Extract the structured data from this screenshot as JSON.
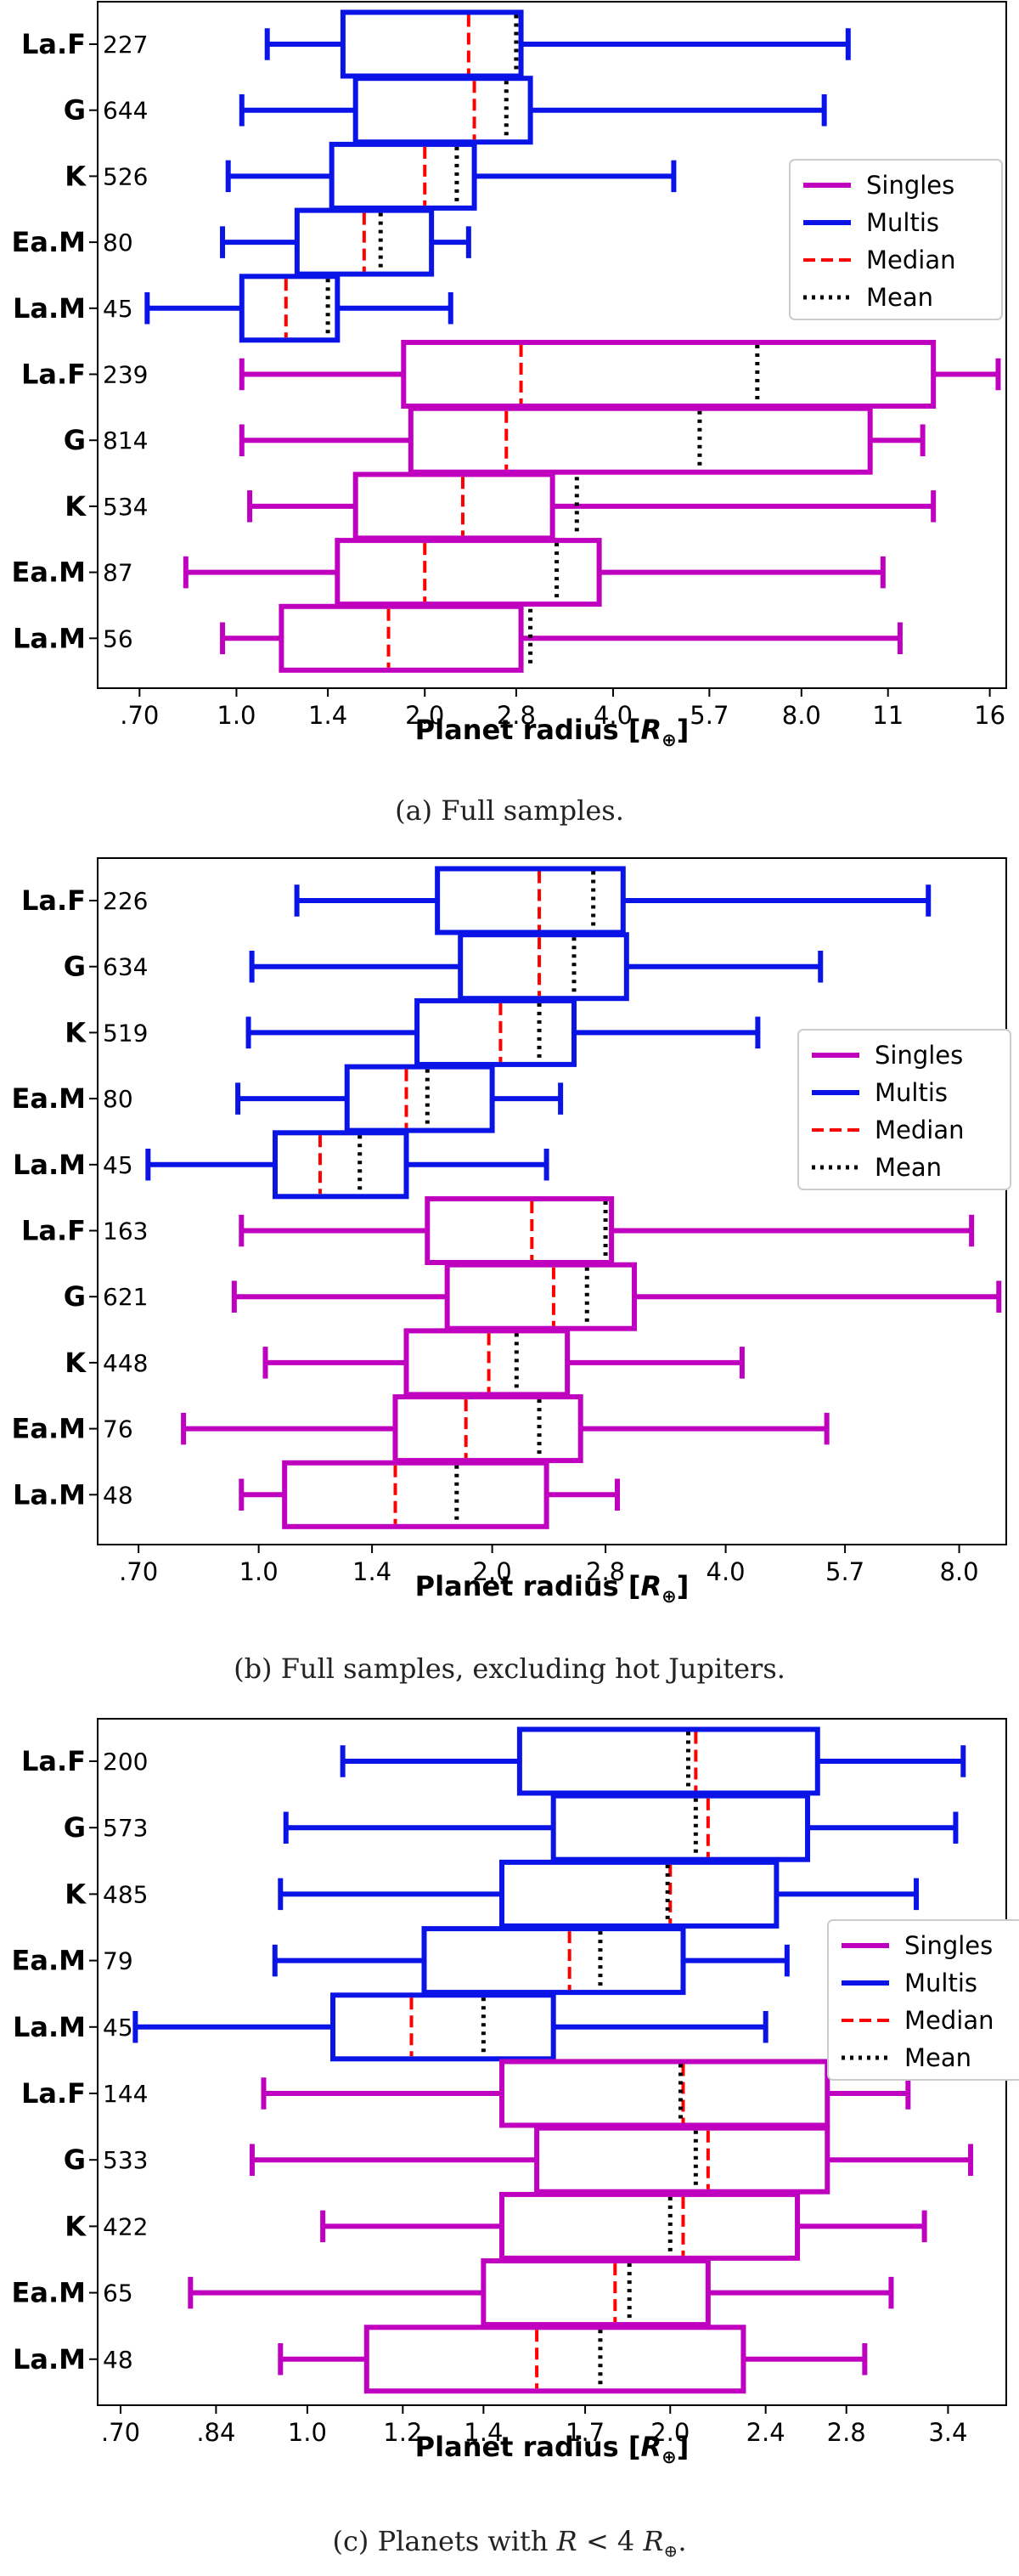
{
  "chart_data": [
    {
      "type": "boxplot",
      "scale": "log",
      "xlabel": "Planet radius [$R_\\oplus$]",
      "xlabel_main": "Planet radius [",
      "xlabel_var": "R",
      "xlabel_sub": "⊕",
      "xlabel_end": "]",
      "xlim": [
        0.6,
        17.0
      ],
      "xticks": [
        0.7,
        1.0,
        1.4,
        2.0,
        2.8,
        4.0,
        5.7,
        8.0,
        11,
        16
      ],
      "xtick_labels": [
        ".70",
        "1.0",
        "1.4",
        "2.0",
        "2.8",
        "4.0",
        "5.7",
        "8.0",
        "11",
        "16"
      ],
      "legend": {
        "position": "right",
        "entries": [
          "Singles",
          "Multis",
          "Median",
          "Mean"
        ]
      },
      "rows": [
        {
          "label": "La.F",
          "n": "227",
          "group": "Multis",
          "whislo": 1.12,
          "q1": 1.48,
          "median": 2.35,
          "mean": 2.8,
          "q3": 2.85,
          "whishi": 9.5
        },
        {
          "label": "G",
          "n": "644",
          "group": "Multis",
          "whislo": 1.02,
          "q1": 1.55,
          "median": 2.4,
          "mean": 2.7,
          "q3": 2.95,
          "whishi": 8.7
        },
        {
          "label": "K",
          "n": "526",
          "group": "Multis",
          "whislo": 0.97,
          "q1": 1.42,
          "median": 2.0,
          "mean": 2.25,
          "q3": 2.4,
          "whishi": 5.0
        },
        {
          "label": "Ea.M",
          "n": "80",
          "group": "Multis",
          "whislo": 0.95,
          "q1": 1.25,
          "median": 1.6,
          "mean": 1.7,
          "q3": 2.05,
          "whishi": 2.35
        },
        {
          "label": "La.M",
          "n": "45",
          "group": "Multis",
          "whislo": 0.72,
          "q1": 1.02,
          "median": 1.2,
          "mean": 1.4,
          "q3": 1.45,
          "whishi": 2.2
        },
        {
          "label": "La.F",
          "n": "239",
          "group": "Singles",
          "whislo": 1.02,
          "q1": 1.85,
          "median": 2.85,
          "mean": 6.8,
          "q3": 13.0,
          "whishi": 16.5
        },
        {
          "label": "G",
          "n": "814",
          "group": "Singles",
          "whislo": 1.02,
          "q1": 1.9,
          "median": 2.7,
          "mean": 5.5,
          "q3": 10.3,
          "whishi": 12.5
        },
        {
          "label": "K",
          "n": "534",
          "group": "Singles",
          "whislo": 1.05,
          "q1": 1.55,
          "median": 2.3,
          "mean": 3.5,
          "q3": 3.2,
          "whishi": 13.0
        },
        {
          "label": "Ea.M",
          "n": "87",
          "group": "Singles",
          "whislo": 0.83,
          "q1": 1.45,
          "median": 2.0,
          "mean": 3.25,
          "q3": 3.8,
          "whishi": 10.8
        },
        {
          "label": "La.M",
          "n": "56",
          "group": "Singles",
          "whislo": 0.95,
          "q1": 1.18,
          "median": 1.75,
          "mean": 2.95,
          "q3": 2.85,
          "whishi": 11.5
        }
      ]
    },
    {
      "type": "boxplot",
      "scale": "log",
      "xlabel": "Planet radius [$R_\\oplus$]",
      "xlabel_main": "Planet radius [",
      "xlabel_var": "R",
      "xlabel_sub": "⊕",
      "xlabel_end": "]",
      "xlim": [
        0.62,
        9.2
      ],
      "xticks": [
        0.7,
        1.0,
        1.4,
        2.0,
        2.8,
        4.0,
        5.7,
        8.0
      ],
      "xtick_labels": [
        ".70",
        "1.0",
        "1.4",
        "2.0",
        "2.8",
        "4.0",
        "5.7",
        "8.0"
      ],
      "legend": {
        "position": "right",
        "entries": [
          "Singles",
          "Multis",
          "Median",
          "Mean"
        ]
      },
      "rows": [
        {
          "label": "La.F",
          "n": "226",
          "group": "Multis",
          "whislo": 1.12,
          "q1": 1.7,
          "median": 2.3,
          "mean": 2.7,
          "q3": 2.95,
          "whishi": 7.3
        },
        {
          "label": "G",
          "n": "634",
          "group": "Multis",
          "whislo": 0.98,
          "q1": 1.82,
          "median": 2.3,
          "mean": 2.55,
          "q3": 2.98,
          "whishi": 5.3
        },
        {
          "label": "K",
          "n": "519",
          "group": "Multis",
          "whislo": 0.97,
          "q1": 1.6,
          "median": 2.05,
          "mean": 2.3,
          "q3": 2.55,
          "whishi": 4.4
        },
        {
          "label": "Ea.M",
          "n": "80",
          "group": "Multis",
          "whislo": 0.94,
          "q1": 1.3,
          "median": 1.55,
          "mean": 1.65,
          "q3": 2.0,
          "whishi": 2.45
        },
        {
          "label": "La.M",
          "n": "45",
          "group": "Multis",
          "whislo": 0.72,
          "q1": 1.05,
          "median": 1.2,
          "mean": 1.35,
          "q3": 1.55,
          "whishi": 2.35
        },
        {
          "label": "La.F",
          "n": "163",
          "group": "Singles",
          "whislo": 0.95,
          "q1": 1.65,
          "median": 2.25,
          "mean": 2.8,
          "q3": 2.85,
          "whishi": 8.3
        },
        {
          "label": "G",
          "n": "621",
          "group": "Singles",
          "whislo": 0.93,
          "q1": 1.75,
          "median": 2.4,
          "mean": 2.65,
          "q3": 3.05,
          "whishi": 9.0
        },
        {
          "label": "K",
          "n": "448",
          "group": "Singles",
          "whislo": 1.02,
          "q1": 1.55,
          "median": 1.98,
          "mean": 2.15,
          "q3": 2.5,
          "whishi": 4.2
        },
        {
          "label": "Ea.M",
          "n": "76",
          "group": "Singles",
          "whislo": 0.8,
          "q1": 1.5,
          "median": 1.85,
          "mean": 2.3,
          "q3": 2.6,
          "whishi": 5.4
        },
        {
          "label": "La.M",
          "n": "48",
          "group": "Singles",
          "whislo": 0.95,
          "q1": 1.08,
          "median": 1.5,
          "mean": 1.8,
          "q3": 2.35,
          "whishi": 2.9
        }
      ]
    },
    {
      "type": "boxplot",
      "scale": "log",
      "xlabel": "Planet radius [$R_\\oplus$]",
      "xlabel_main": "Planet radius [",
      "xlabel_var": "R",
      "xlabel_sub": "⊕",
      "xlabel_end": "]",
      "xlim": [
        0.67,
        3.8
      ],
      "xticks": [
        0.7,
        0.84,
        1.0,
        1.2,
        1.4,
        1.7,
        2.0,
        2.4,
        2.8,
        3.4
      ],
      "xtick_labels": [
        ".70",
        ".84",
        "1.0",
        "1.2",
        "1.4",
        "1.7",
        "2.0",
        "2.4",
        "2.8",
        "3.4"
      ],
      "legend": {
        "position": "right",
        "entries": [
          "Singles",
          "Multis",
          "Median",
          "Mean"
        ]
      },
      "rows": [
        {
          "label": "La.F",
          "n": "200",
          "group": "Multis",
          "whislo": 1.07,
          "q1": 1.5,
          "median": 2.1,
          "mean": 2.07,
          "q3": 2.65,
          "whishi": 3.5
        },
        {
          "label": "G",
          "n": "573",
          "group": "Multis",
          "whislo": 0.96,
          "q1": 1.6,
          "median": 2.15,
          "mean": 2.1,
          "q3": 2.6,
          "whishi": 3.45
        },
        {
          "label": "K",
          "n": "485",
          "group": "Multis",
          "whislo": 0.95,
          "q1": 1.45,
          "median": 2.0,
          "mean": 1.99,
          "q3": 2.45,
          "whishi": 3.2
        },
        {
          "label": "Ea.M",
          "n": "79",
          "group": "Multis",
          "whislo": 0.94,
          "q1": 1.25,
          "median": 1.65,
          "mean": 1.75,
          "q3": 2.05,
          "whishi": 2.5
        },
        {
          "label": "La.M",
          "n": "45",
          "group": "Multis",
          "whislo": 0.72,
          "q1": 1.05,
          "median": 1.22,
          "mean": 1.4,
          "q3": 1.6,
          "whishi": 2.4
        },
        {
          "label": "La.F",
          "n": "144",
          "group": "Singles",
          "whislo": 0.92,
          "q1": 1.45,
          "median": 2.05,
          "mean": 2.04,
          "q3": 2.7,
          "whishi": 3.15
        },
        {
          "label": "G",
          "n": "533",
          "group": "Singles",
          "whislo": 0.9,
          "q1": 1.55,
          "median": 2.15,
          "mean": 2.1,
          "q3": 2.7,
          "whishi": 3.55
        },
        {
          "label": "K",
          "n": "422",
          "group": "Singles",
          "whislo": 1.03,
          "q1": 1.45,
          "median": 2.05,
          "mean": 2.0,
          "q3": 2.55,
          "whishi": 3.25
        },
        {
          "label": "Ea.M",
          "n": "65",
          "group": "Singles",
          "whislo": 0.8,
          "q1": 1.4,
          "median": 1.8,
          "mean": 1.85,
          "q3": 2.15,
          "whishi": 3.05
        },
        {
          "label": "La.M",
          "n": "48",
          "group": "Singles",
          "whislo": 0.95,
          "q1": 1.12,
          "median": 1.55,
          "mean": 1.75,
          "q3": 2.3,
          "whishi": 2.9
        }
      ]
    }
  ],
  "captions": [
    "(a) Full samples.",
    "(b) Full samples, excluding hot Jupiters.",
    "(c) Planets with R < 4 R⊕."
  ],
  "caption_c": {
    "prefix": "(c) Planets with ",
    "var": "R",
    "mid": " < 4 ",
    "var2": "R",
    "sub": "⊕",
    "end": "."
  },
  "colors": {
    "Singles": "#bf00bf",
    "Multis": "#0a14e6",
    "Median": "#ff0000",
    "Mean": "#000000"
  }
}
